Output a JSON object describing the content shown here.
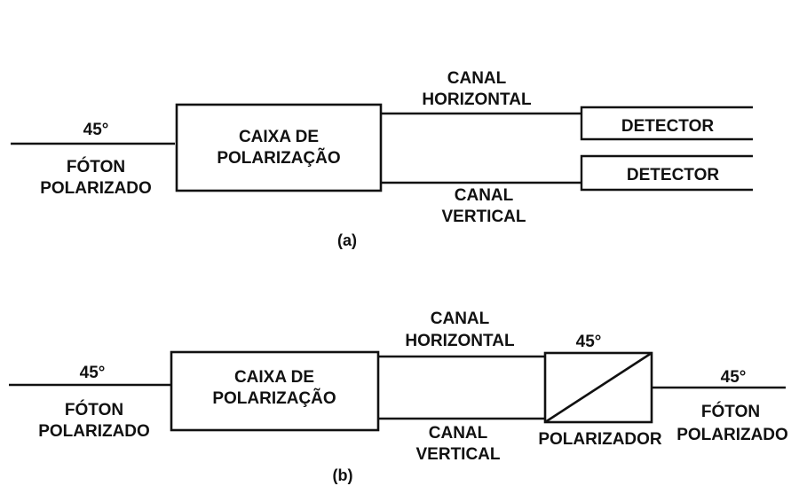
{
  "panel_a": {
    "angle_in": "45°",
    "photon_label": [
      "FÓTON",
      "POLARIZADO"
    ],
    "box_label": [
      "CAIXA DE",
      "POLARIZAÇÃO"
    ],
    "horizontal_channel": [
      "CANAL",
      "HORIZONTAL"
    ],
    "vertical_channel": [
      "CANAL",
      "VERTICAL"
    ],
    "detector_top": "DETECTOR",
    "detector_bottom": "DETECTOR",
    "caption": "(a)"
  },
  "panel_b": {
    "angle_in": "45°",
    "photon_label": [
      "FÓTON",
      "POLARIZADO"
    ],
    "box_label": [
      "CAIXA DE",
      "POLARIZAÇÃO"
    ],
    "horizontal_channel": [
      "CANAL",
      "HORIZONTAL"
    ],
    "vertical_channel": [
      "CANAL",
      "VERTICAL"
    ],
    "polarizer_angle": "45°",
    "polarizer_label": "POLARIZADOR",
    "angle_out": "45°",
    "photon_out_label": [
      "FÓTON",
      "POLARIZADO"
    ],
    "caption": "(b)"
  }
}
